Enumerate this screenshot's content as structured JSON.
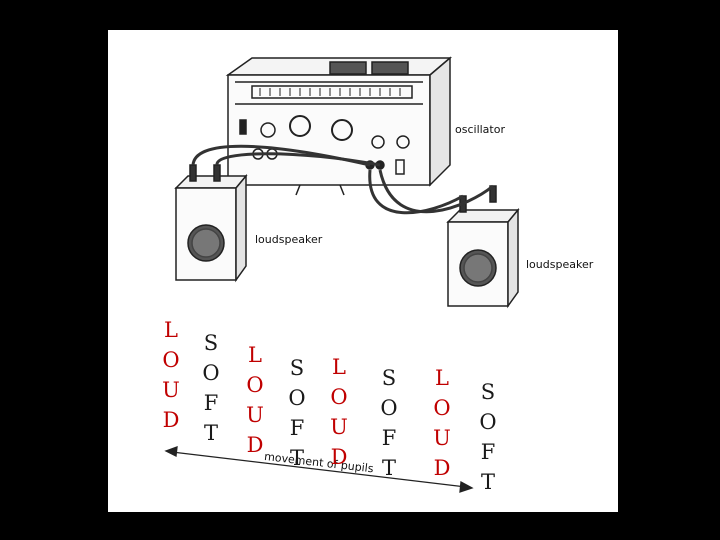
{
  "labels": {
    "oscillator": "oscillator",
    "loudspeaker_left": "loudspeaker",
    "loudspeaker_right": "loudspeaker",
    "movement": "movement of pupils"
  },
  "colors": {
    "background": "#000000",
    "panel": "#ffffff",
    "loud": "#c00000",
    "soft": "#1a1a1a",
    "line": "#222222"
  },
  "words": [
    {
      "letters": [
        "L",
        "O",
        "U",
        "D"
      ],
      "tone": "loud"
    },
    {
      "letters": [
        "S",
        "O",
        "F",
        "T"
      ],
      "tone": "soft"
    },
    {
      "letters": [
        "L",
        "O",
        "U",
        "D"
      ],
      "tone": "loud"
    },
    {
      "letters": [
        "S",
        "O",
        "F",
        "T"
      ],
      "tone": "soft"
    },
    {
      "letters": [
        "L",
        "O",
        "U",
        "D"
      ],
      "tone": "loud"
    },
    {
      "letters": [
        "S",
        "O",
        "F",
        "T"
      ],
      "tone": "soft"
    },
    {
      "letters": [
        "L",
        "O",
        "U",
        "D"
      ],
      "tone": "loud"
    },
    {
      "letters": [
        "S",
        "O",
        "F",
        "T"
      ],
      "tone": "soft"
    }
  ]
}
